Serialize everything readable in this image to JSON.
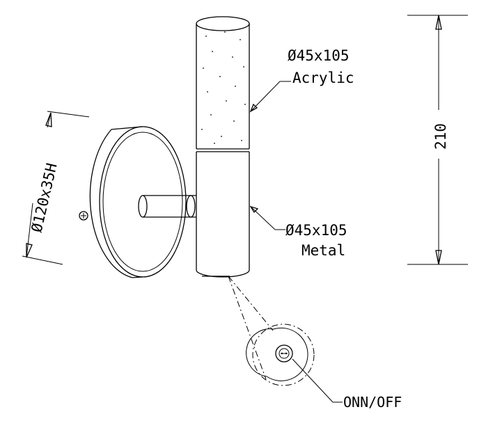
{
  "labels": {
    "acrylic_dim": "Ø45x105",
    "acrylic_material": "Acrylic",
    "metal_dim": "Ø45x105",
    "metal_material": "Metal",
    "height_dim": "210",
    "base_dim": "Ø120x35H",
    "switch": "ONN/OFF"
  },
  "colors": {
    "line": "#000000",
    "background": "#ffffff"
  }
}
